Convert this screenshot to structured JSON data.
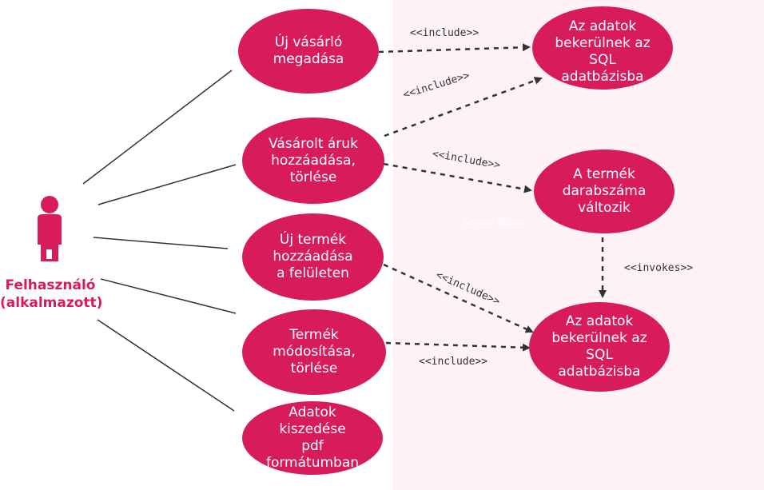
{
  "actor": {
    "label_line1": "Felhasználó",
    "label_line2": "(alkalmazott)"
  },
  "use_cases": {
    "uj_vasarlo": {
      "line1": "Új vásárló",
      "line2": "megadása"
    },
    "vasarolt_aruk": {
      "line1": "Vásárolt áruk",
      "line2": "hozzáadása,",
      "line3": "törlése"
    },
    "uj_termek": {
      "line1": "Új termék",
      "line2": "hozzáadása",
      "line3": "a felületen"
    },
    "termek_modositasa": {
      "line1": "Termék",
      "line2": "módosítása,",
      "line3": "törlése"
    },
    "adatok_kiszedese": {
      "line1": "Adatok kiszedése",
      "line2": "pdf formátumban"
    },
    "sql_top": {
      "line1": "Az adatok",
      "line2": "bekerülnek az",
      "line3": "SQL",
      "line4": "adatbázisba"
    },
    "termek_darabszama": {
      "line1": "A termék",
      "line2": "darabszáma",
      "line3": "változik"
    },
    "sql_bottom": {
      "line1": "Az adatok",
      "line2": "bekerülnek az",
      "line3": "SQL",
      "line4": "adatbázisba"
    }
  },
  "relations": {
    "include_1": "<<include>>",
    "include_2": "<<include>>",
    "include_3": "<<include>>",
    "include_4": "<<include>>",
    "include_5": "<<include>>",
    "invokes": "<<invokes>>"
  },
  "watermark": "Serve Wine",
  "colors": {
    "accent": "#d81b5c",
    "panel": "#fff2f5",
    "line": "#333333"
  }
}
